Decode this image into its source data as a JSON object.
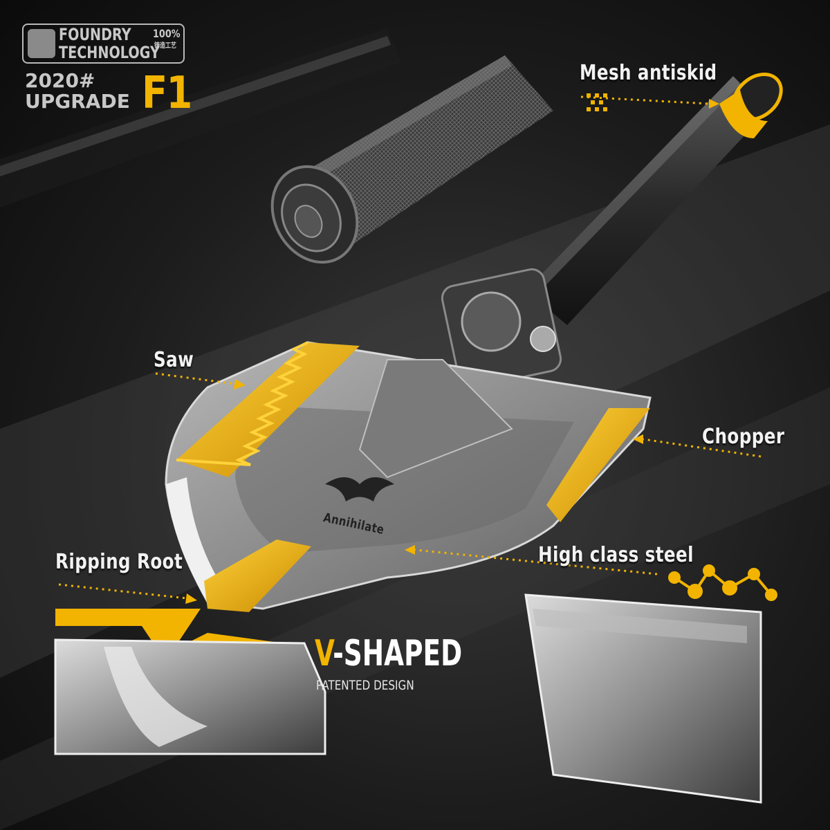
{
  "brand": {
    "line1": "FOUNDRY",
    "percent": "100%",
    "line2": "TECHNOLOGY",
    "cn": "铸造工艺",
    "year": "2020#",
    "upgrade": "UPGRADE",
    "model": "F1"
  },
  "labels": {
    "mesh": "Mesh antiskid",
    "saw": "Saw",
    "chopper": "Chopper",
    "ripping": "Ripping  Root",
    "steel": "High class steel",
    "blade_logo": "Annihilate"
  },
  "design": {
    "v": "V",
    "shaped": "-SHAPED",
    "subtitle": "PATENTED DESIGN"
  },
  "colors": {
    "accent": "#f2b400",
    "steel": "#9a9a9a",
    "dark": "#1b1b1b"
  }
}
